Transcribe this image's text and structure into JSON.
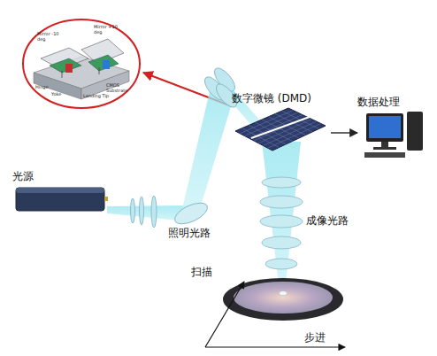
{
  "diagram": {
    "nodes": [
      {
        "text": [
          "光源"
        ]
      },
      {
        "text": [
          "数字微镜 (DMD)"
        ]
      },
      {
        "text": [
          "数据处理"
        ]
      }
    ],
    "edges": [
      {
        "from": 1,
        "to": 2,
        "arrow": "to"
      }
    ],
    "labels": [
      "照明光路",
      "成像光路",
      "扫描",
      "步进",
      "Mirror -10 deg",
      "Mirror +10 deg",
      "Hinge",
      "Yoke",
      "Landing Tip",
      "CMOS Substrate"
    ]
  }
}
